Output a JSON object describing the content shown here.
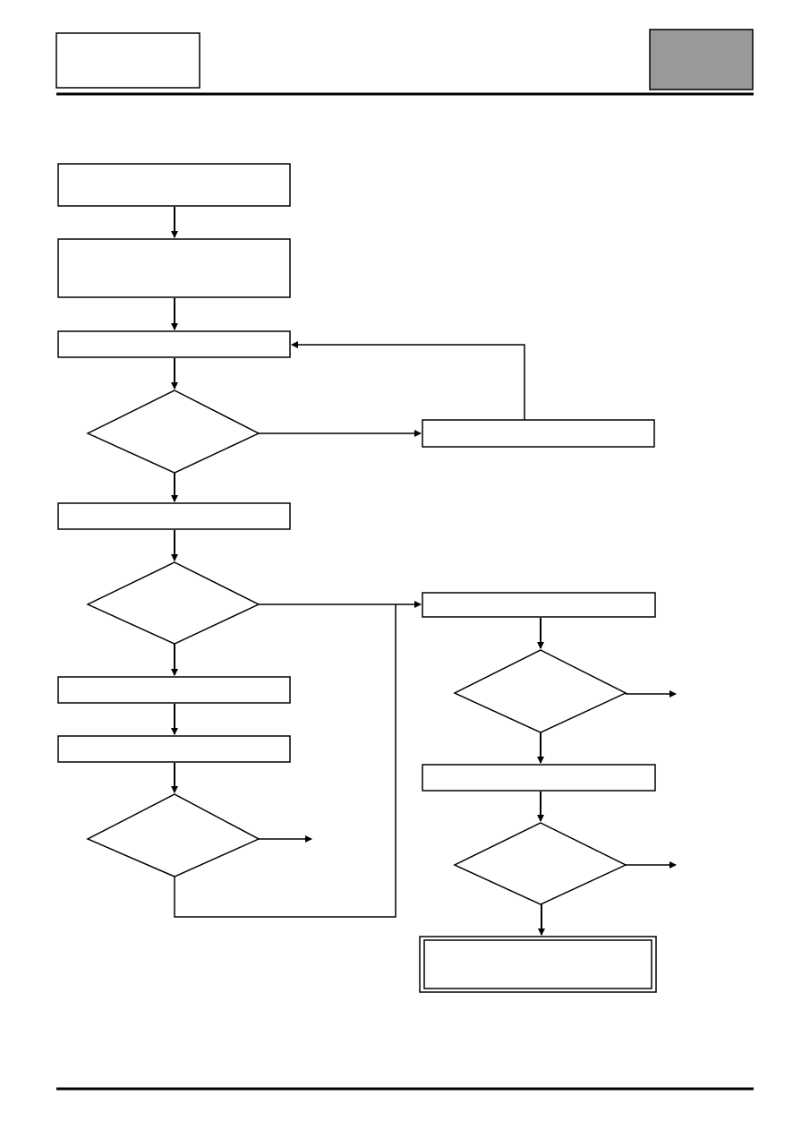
{
  "colors": {
    "line": "#000000",
    "page": "#ffffff",
    "header_tab_fill": "#999999"
  },
  "header": {
    "left_box_text": "",
    "right_tab_text": ""
  },
  "flowchart": {
    "process_steps": [
      {
        "id": "step-1",
        "text": ""
      },
      {
        "id": "step-2",
        "text": ""
      },
      {
        "id": "step-3",
        "text": ""
      },
      {
        "id": "step-4",
        "text": ""
      },
      {
        "id": "step-5",
        "text": ""
      },
      {
        "id": "step-6",
        "text": ""
      },
      {
        "id": "side-step-1",
        "text": ""
      },
      {
        "id": "side-step-2",
        "text": ""
      },
      {
        "id": "side-step-3",
        "text": ""
      }
    ],
    "decisions": [
      {
        "id": "decision-1",
        "text": ""
      },
      {
        "id": "decision-2",
        "text": ""
      },
      {
        "id": "decision-3",
        "text": ""
      },
      {
        "id": "decision-4",
        "text": ""
      },
      {
        "id": "decision-5",
        "text": ""
      }
    ],
    "terminal": {
      "id": "terminal",
      "text": ""
    }
  },
  "footer": {
    "text": ""
  }
}
